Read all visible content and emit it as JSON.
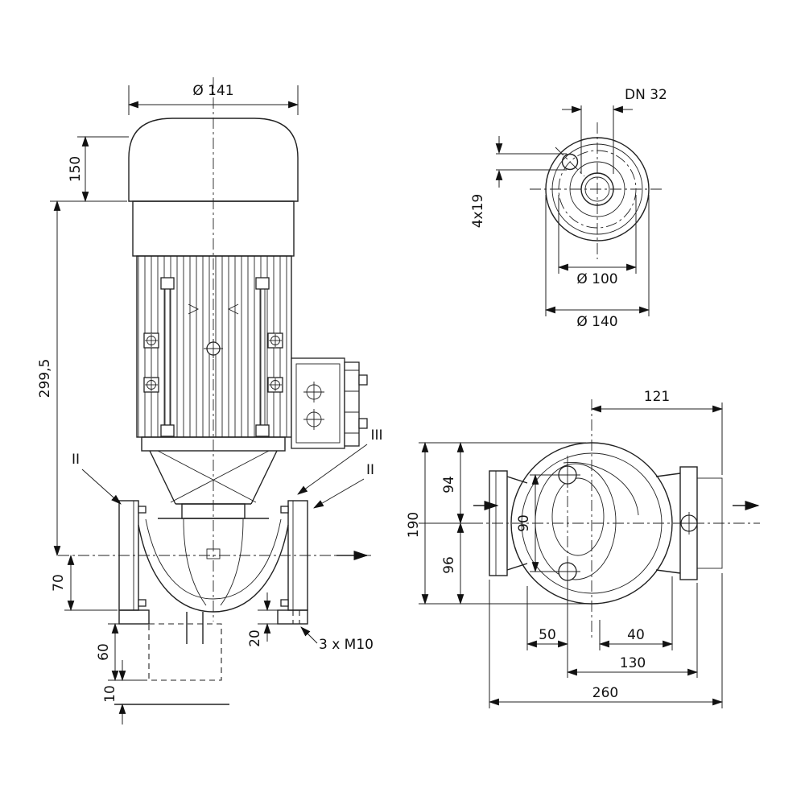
{
  "front_view": {
    "motor_diameter": "Ø 141",
    "fan_housing_height": "150",
    "total_height": "299,5",
    "center_to_foot": "70",
    "foundation_height": "60",
    "pad_height": "10",
    "foot_thickness": "20",
    "tapped_holes": "3 x M10",
    "section_left": "II",
    "section_right": "II",
    "section_seal": "III"
  },
  "flange_view": {
    "nominal_bore": "DN 32",
    "bolt_holes": "4x19",
    "bolt_circle": "Ø 100",
    "outer_diameter": "Ø 140"
  },
  "top_view": {
    "center_to_discharge": "121",
    "center_to_front": "94",
    "overall_depth": "190",
    "foot_hole_spacing": "90",
    "center_to_rear": "96",
    "hole_offset": "50",
    "offset_40": "40",
    "axis_to_flange": "130",
    "overall_length": "260"
  }
}
